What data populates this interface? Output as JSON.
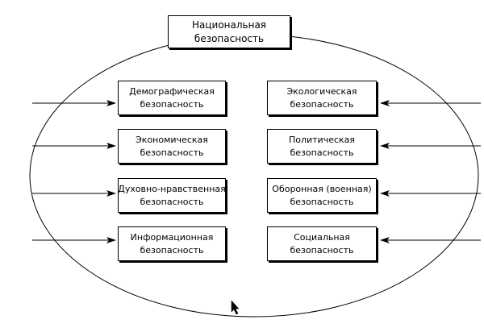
{
  "diagram": {
    "title": {
      "line1": "Национальная",
      "line2": "безопасность"
    },
    "left_boxes": [
      {
        "line1": "Демографическая",
        "line2": "безопасность"
      },
      {
        "line1": "Экономическая",
        "line2": "безопасность"
      },
      {
        "line1": "Духовно-нравственная",
        "line2": "безопасность"
      },
      {
        "line1": "Информационная",
        "line2": "безопасность"
      }
    ],
    "right_boxes": [
      {
        "line1": "Экологическая",
        "line2": "безопасность"
      },
      {
        "line1": "Политическая",
        "line2": "безопасность"
      },
      {
        "line1": "Оборонная (военная)",
        "line2": "безопасность"
      },
      {
        "line1": "Социальная",
        "line2": "безопасность"
      }
    ]
  }
}
